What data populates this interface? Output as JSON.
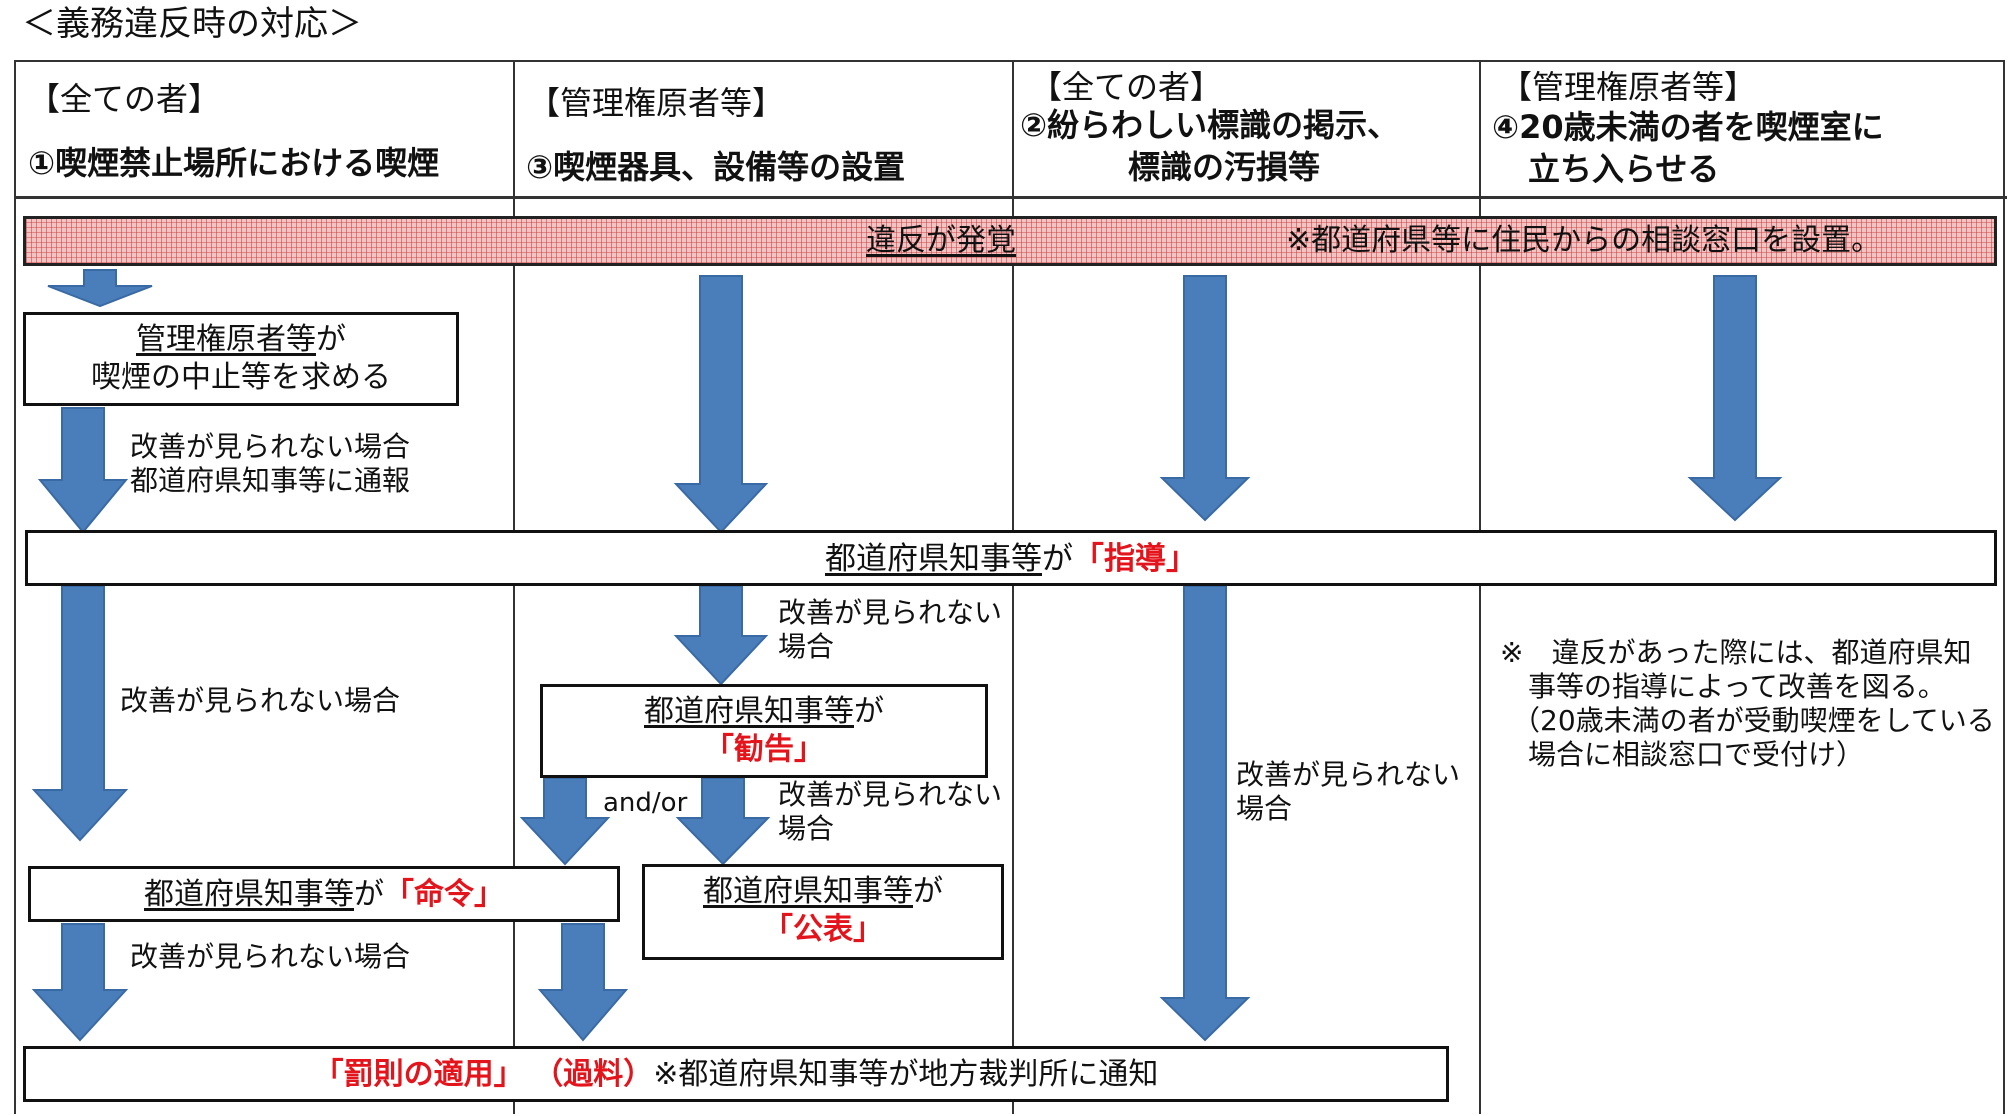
{
  "title": "＜義務違反時の対応＞",
  "columns": [
    {
      "tag": "【全ての者】",
      "name": "①喫煙禁止場所における喫煙"
    },
    {
      "tag": "【管理権原者等】",
      "name": "③喫煙器具、設備等の設置"
    },
    {
      "tag": "【全ての者】",
      "name_line1": "②紛らわしい標識の掲示、",
      "name_line2": "標識の汚損等"
    },
    {
      "tag": "【管理権原者等】",
      "name_line1": "④20歳未満の者を喫煙室に",
      "name_line2": "立ち入らせる"
    }
  ],
  "discovery": {
    "main": "違反が発覚",
    "note": "※都道府県等に住民からの相談窓口を設置。"
  },
  "request_box": {
    "line1_a": "管理権原者等",
    "line1_b": "が",
    "line2": "喫煙の中止等を求める"
  },
  "notify_label": {
    "line1": "改善が見られない場合",
    "line2": "都道府県知事等に通報"
  },
  "guidance": {
    "prefix": "都道府県知事等",
    "mid": "が",
    "action": "「指導」"
  },
  "no_improve_full": "改善が見られない場合",
  "no_improve_split": {
    "line1": "改善が見られない",
    "line2": "場合"
  },
  "advice_box": {
    "subject": "都道府県知事等",
    "mid": "が",
    "action": "「勧告」"
  },
  "and_or": "and/or",
  "order_box": {
    "subject": "都道府県知事等",
    "mid": "が",
    "action": "「命令」"
  },
  "publish_box": {
    "subject": "都道府県知事等",
    "mid": "が",
    "action": "「公表」"
  },
  "penalty": {
    "action": "「罰則の適用」",
    "fine": "（過料）",
    "note": "※都道府県知事等が地方裁判所に通知"
  },
  "col4_note": {
    "line1": "※　違反があった際には、都道府県知",
    "line2": "事等の指導によって改善を図る。",
    "line3": "（20歳未満の者が受動喫煙をしている",
    "line4": "場合に相談窓口で受付け）"
  },
  "colors": {
    "arrow": "#4a7ebb",
    "arrow_stroke": "#3a6aa3",
    "emphasis": "#e3141b",
    "discovery_fill": "#f2c3c3"
  }
}
